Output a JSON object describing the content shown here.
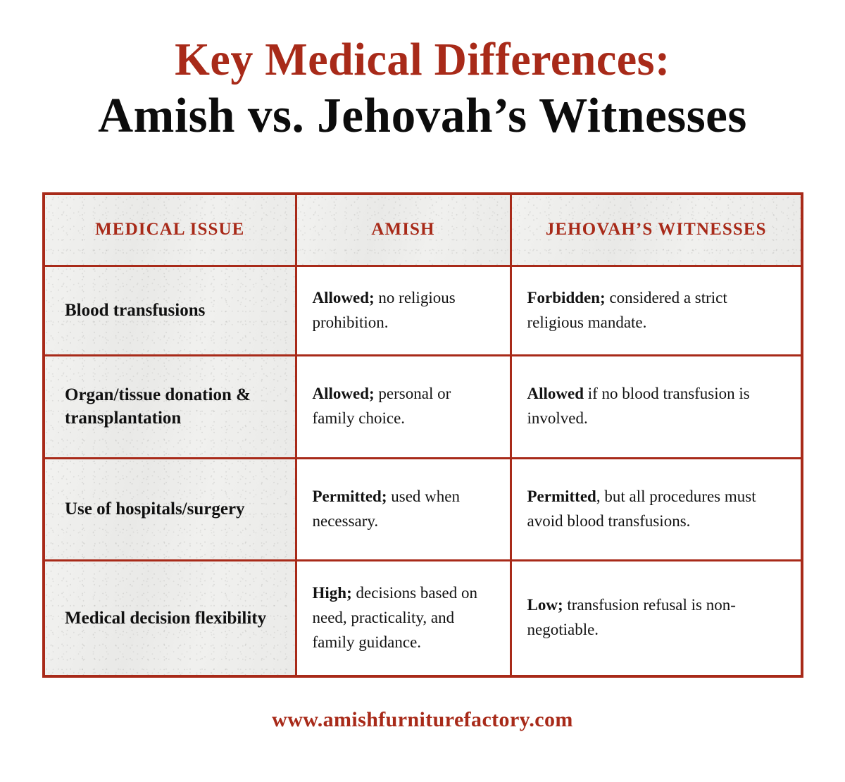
{
  "colors": {
    "accent_red": "#a82a19",
    "text_black": "#111111",
    "border_red": "#a82a19",
    "paper_gray": "#eeeeec",
    "page_background": "#ffffff"
  },
  "title": {
    "line1": "Key Medical Differences:",
    "line2": "Amish vs. Jehovah’s Witnesses"
  },
  "table": {
    "headers": [
      "MEDICAL ISSUE",
      "AMISH",
      "JEHOVAH’S WITNESSES"
    ],
    "rows": [
      {
        "issue": "Blood transfusions",
        "amish": {
          "emphasis": "Allowed;",
          "rest": " no religious prohibition.",
          "full": "Allowed; no religious prohibition."
        },
        "jw": {
          "emphasis": "Forbidden;",
          "rest": " considered a strict religious mandate.",
          "full": "Forbidden; considered a strict religious mandate."
        }
      },
      {
        "issue": "Organ/tissue donation & transplantation",
        "amish": {
          "emphasis": "Allowed;",
          "rest": " personal or family choice.",
          "full": "Allowed; personal or family choice."
        },
        "jw": {
          "emphasis": "Allowed",
          "rest": " if no blood transfusion is involved.",
          "full": "Allowed if no blood transfusion is involved."
        }
      },
      {
        "issue": "Use of hospitals/surgery",
        "amish": {
          "emphasis": "Permitted;",
          "rest": " used when necessary.",
          "full": "Permitted; used when necessary."
        },
        "jw": {
          "emphasis": "Permitted",
          "rest": ", but all procedures must avoid blood transfusions.",
          "full": "Permitted, but all procedures must avoid blood transfusions."
        }
      },
      {
        "issue": "Medical decision flexibility",
        "amish": {
          "emphasis": "High;",
          "rest": " decisions based on need, practicality, and family guidance.",
          "full": "High; decisions based on need, practicality, and family guidance."
        },
        "jw": {
          "emphasis": "Low;",
          "rest": " transfusion refusal is non-negotiable.",
          "full": "Low; transfusion refusal is non-negotiable."
        }
      }
    ]
  },
  "footer": {
    "url": "www.amishfurniturefactory.com"
  }
}
